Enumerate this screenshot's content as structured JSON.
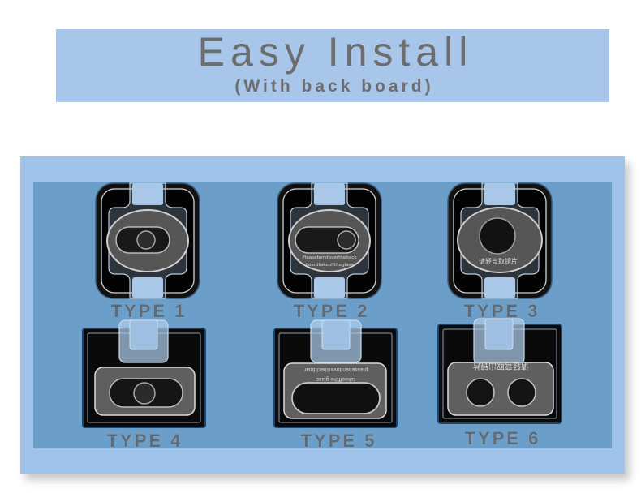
{
  "header": {
    "title": "Easy Install",
    "subtitle": "(With back board)"
  },
  "types": [
    {
      "label": "TYPE 1"
    },
    {
      "label": "TYPE 2",
      "text_lines": [
        "Pleasebendovertheback",
        "boardtakeofftheglass"
      ]
    },
    {
      "label": "TYPE 3",
      "text_lines": [
        "请轻弯取镜片"
      ]
    },
    {
      "label": "TYPE 4"
    },
    {
      "label": "TYPE 5",
      "text_lines": [
        "pleasebendovertheckboar",
        "takeoffthe glass"
      ]
    },
    {
      "label": "TYPE 6",
      "text_lines": [
        "请轻弯取出镜片"
      ]
    }
  ],
  "colors": {
    "header_bg": "#a7c6ea",
    "panel_outer": "#9fc3ea",
    "panel_inner": "#6b9fc9",
    "label_text": "#5f6b77",
    "title_text": "#6d6d6d"
  }
}
